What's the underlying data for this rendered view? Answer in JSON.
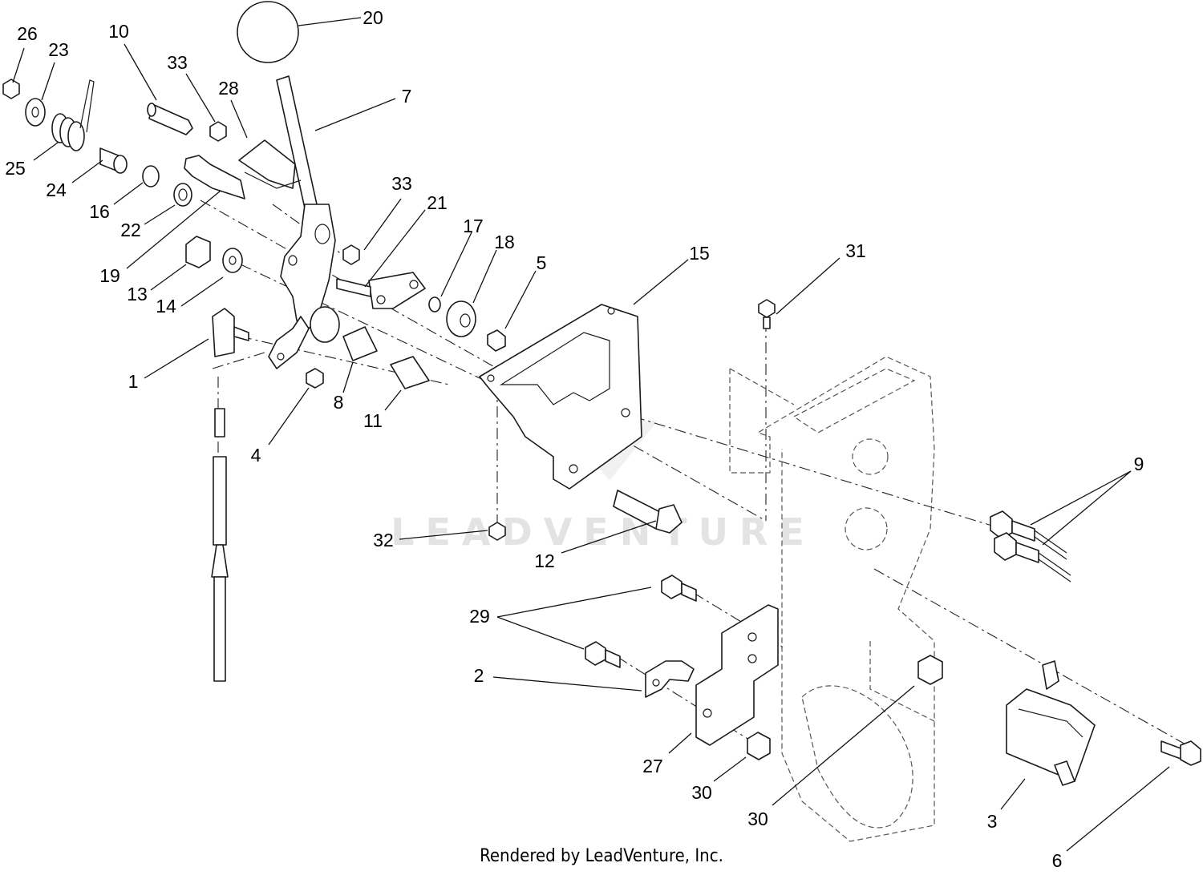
{
  "callouts": [
    {
      "id": "c26",
      "text": "26"
    },
    {
      "id": "c23",
      "text": "23"
    },
    {
      "id": "c10",
      "text": "10"
    },
    {
      "id": "c33a",
      "text": "33"
    },
    {
      "id": "c28",
      "text": "28"
    },
    {
      "id": "c20",
      "text": "20"
    },
    {
      "id": "c7",
      "text": "7"
    },
    {
      "id": "c25",
      "text": "25"
    },
    {
      "id": "c24",
      "text": "24"
    },
    {
      "id": "c16",
      "text": "16"
    },
    {
      "id": "c22",
      "text": "22"
    },
    {
      "id": "c19",
      "text": "19"
    },
    {
      "id": "c33b",
      "text": "33"
    },
    {
      "id": "c21",
      "text": "21"
    },
    {
      "id": "c17",
      "text": "17"
    },
    {
      "id": "c18",
      "text": "18"
    },
    {
      "id": "c5",
      "text": "5"
    },
    {
      "id": "c15",
      "text": "15"
    },
    {
      "id": "c31",
      "text": "31"
    },
    {
      "id": "c13",
      "text": "13"
    },
    {
      "id": "c14",
      "text": "14"
    },
    {
      "id": "c1",
      "text": "1"
    },
    {
      "id": "c8",
      "text": "8"
    },
    {
      "id": "c11",
      "text": "11"
    },
    {
      "id": "c4",
      "text": "4"
    },
    {
      "id": "c9",
      "text": "9"
    },
    {
      "id": "c32",
      "text": "32"
    },
    {
      "id": "c12",
      "text": "12"
    },
    {
      "id": "c29",
      "text": "29"
    },
    {
      "id": "c2",
      "text": "2"
    },
    {
      "id": "c27",
      "text": "27"
    },
    {
      "id": "c30a",
      "text": "30"
    },
    {
      "id": "c30b",
      "text": "30"
    },
    {
      "id": "c3",
      "text": "3"
    },
    {
      "id": "c6",
      "text": "6"
    }
  ],
  "watermark": "LEADVENTURE",
  "footer": "Rendered by LeadVenture, Inc.",
  "colors": {
    "line": "#1a1a1a",
    "watermark": "#e3e3e3",
    "background": "#ffffff"
  }
}
